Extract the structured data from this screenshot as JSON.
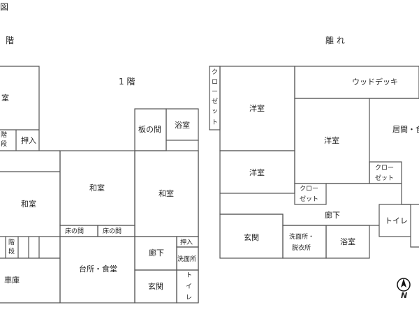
{
  "header": {
    "title_fragment": "図",
    "main_floor_fragment": "階",
    "first_floor": "1 階",
    "annex": "離 れ"
  },
  "main_house": {
    "washitsu_top": "室",
    "stair_top": "階\n段",
    "oshiire_top": "押入",
    "washitsu_left": "和室",
    "stair_bottom": "階\n段",
    "garage": "車庫",
    "washitsu_center": "和室",
    "toko_1": "床の間",
    "toko_2": "床の間",
    "kitchen_dining": "台所・食堂",
    "itanoma": "板の間",
    "bath": "浴室",
    "washitsu_right": "和室",
    "hallway": "廊下",
    "oshiire": "押入",
    "washroom": "洗面所",
    "entrance": "玄関",
    "toilet": "ト\nイ\nレ"
  },
  "annex": {
    "closet_vertical": "ク\nロ\nー\nゼ\nッ\nト",
    "yoshitsu_1": "洋室",
    "wood_deck": "ウッドデッキ",
    "yoshitsu_2": "洋室",
    "living": "居間・食",
    "closet_right": "クロー\nゼット",
    "yoshitsu_3": "洋室",
    "closet_mid": "クロー\nゼット",
    "hallway": "廊下",
    "toilet": "トイレ",
    "entrance": "玄関",
    "washroom": "洗面所・\n脱衣所",
    "bath": "浴室"
  },
  "compass": {
    "label": "N",
    "icon": "north-arrow-icon"
  }
}
